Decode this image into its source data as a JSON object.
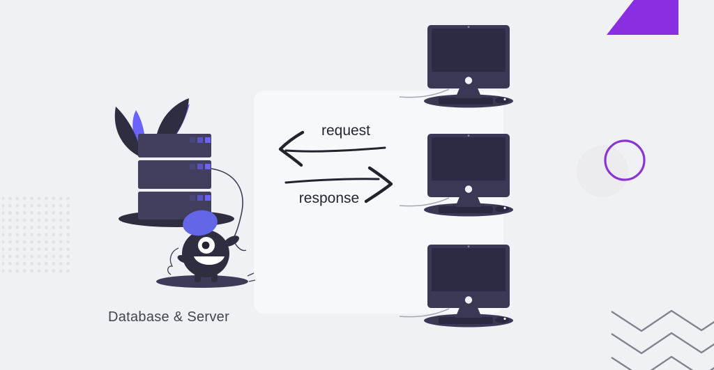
{
  "scene": {
    "server": {
      "caption": "Database & Server"
    },
    "flows": {
      "request": "request",
      "response": "response"
    },
    "clients": {
      "count": 3
    }
  },
  "palette": {
    "background": "#f0f1f5",
    "panel": "#f7f8fc",
    "dark_navy": "#2f2e41",
    "slate": "#3a3854",
    "server_body": "#413e5e",
    "screen": "#2c2a44",
    "accent_purple": "#6c63ff",
    "beret_purple": "#6366e6",
    "triangle_purple": "#8a2ee2",
    "ring_purple": "#8a35d2",
    "arrow_ink": "#23232b",
    "caption_text": "#44444e",
    "zigzag_gray": "#83838d",
    "dot_gray": "#e2e2e8"
  }
}
